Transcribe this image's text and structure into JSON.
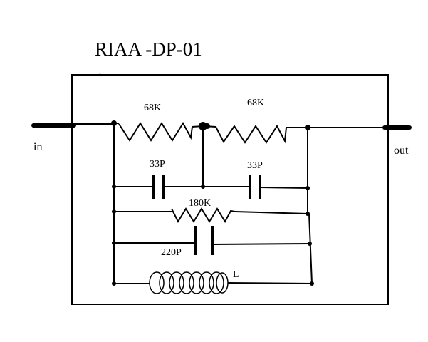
{
  "title": "RIAA   -DP-01",
  "terminals": {
    "input": "in",
    "output": "out"
  },
  "components": {
    "r_top_left": {
      "label": "68K",
      "kind": "resistor"
    },
    "r_top_right": {
      "label": "68K",
      "kind": "resistor"
    },
    "c_mid_left": {
      "label": "33P",
      "kind": "capacitor"
    },
    "c_mid_right": {
      "label": "33P",
      "kind": "capacitor"
    },
    "r_shunt": {
      "label": "180K",
      "kind": "resistor"
    },
    "c_shunt": {
      "label": "220P",
      "kind": "capacitor"
    },
    "inductor": {
      "label": "L",
      "kind": "inductor"
    }
  }
}
